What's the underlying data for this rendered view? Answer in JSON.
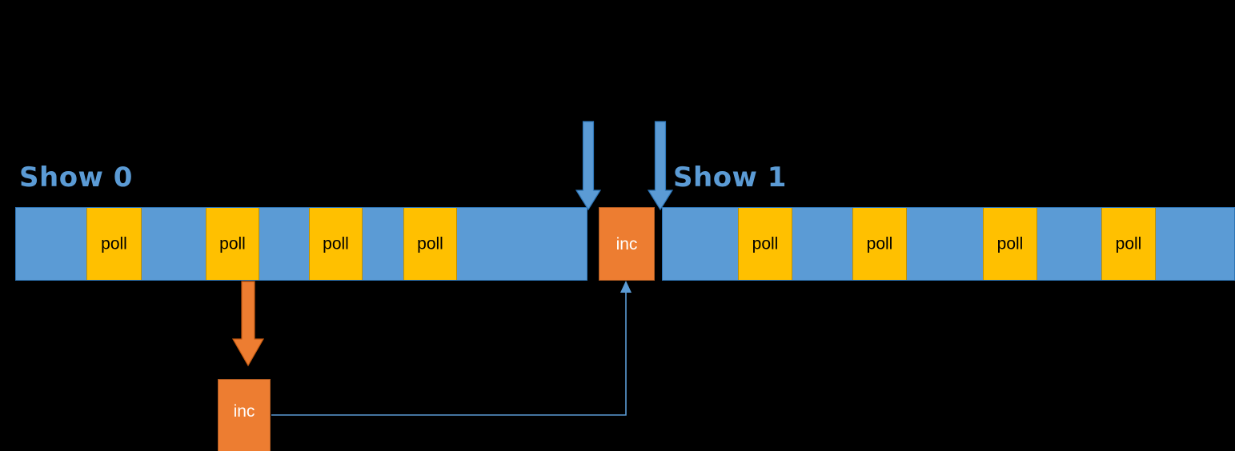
{
  "diagram": {
    "title": "Show / poll / inc timeline",
    "colors": {
      "background": "#000000",
      "idle_blue": "#5B9BD5",
      "idle_blue_border": "#2E75B6",
      "poll_yellow": "#FFC000",
      "poll_yellow_border": "#BF9000",
      "inc_orange": "#ED7D31",
      "inc_orange_border": "#AE5A21",
      "label_blue": "#5B9BD5",
      "connector_blue": "#5B9BD5",
      "poll_text": "#000000",
      "inc_text": "#FFFFFF"
    },
    "labels": {
      "show0": "Show 0",
      "show1": "Show 1",
      "poll": "poll",
      "inc": "inc"
    },
    "timeline_left": {
      "name": "Show 0",
      "segments": [
        {
          "kind": "idle",
          "label": ""
        },
        {
          "kind": "poll",
          "label": "poll"
        },
        {
          "kind": "idle",
          "label": ""
        },
        {
          "kind": "poll",
          "label": "poll"
        },
        {
          "kind": "idle",
          "label": ""
        },
        {
          "kind": "poll",
          "label": "poll"
        },
        {
          "kind": "idle",
          "label": ""
        },
        {
          "kind": "poll",
          "label": "poll"
        },
        {
          "kind": "idle",
          "label": ""
        }
      ]
    },
    "inc_inline": {
      "kind": "inc",
      "label": "inc"
    },
    "timeline_right": {
      "name": "Show 1",
      "segments": [
        {
          "kind": "idle",
          "label": ""
        },
        {
          "kind": "poll",
          "label": "poll"
        },
        {
          "kind": "idle",
          "label": ""
        },
        {
          "kind": "poll",
          "label": "poll"
        },
        {
          "kind": "idle",
          "label": ""
        },
        {
          "kind": "poll",
          "label": "poll"
        },
        {
          "kind": "idle",
          "label": ""
        },
        {
          "kind": "poll",
          "label": "poll"
        },
        {
          "kind": "idle",
          "label": ""
        }
      ]
    },
    "inc_detached": {
      "kind": "inc",
      "label": "inc"
    },
    "arrows": [
      {
        "name": "frame-boundary-arrow-1",
        "color": "#5B9BD5",
        "direction": "down"
      },
      {
        "name": "frame-boundary-arrow-2",
        "color": "#5B9BD5",
        "direction": "down"
      },
      {
        "name": "poll-to-inc-arrow",
        "color": "#ED7D31",
        "direction": "down"
      },
      {
        "name": "inc-return-connector",
        "color": "#5B9BD5",
        "direction": "up"
      }
    ]
  }
}
